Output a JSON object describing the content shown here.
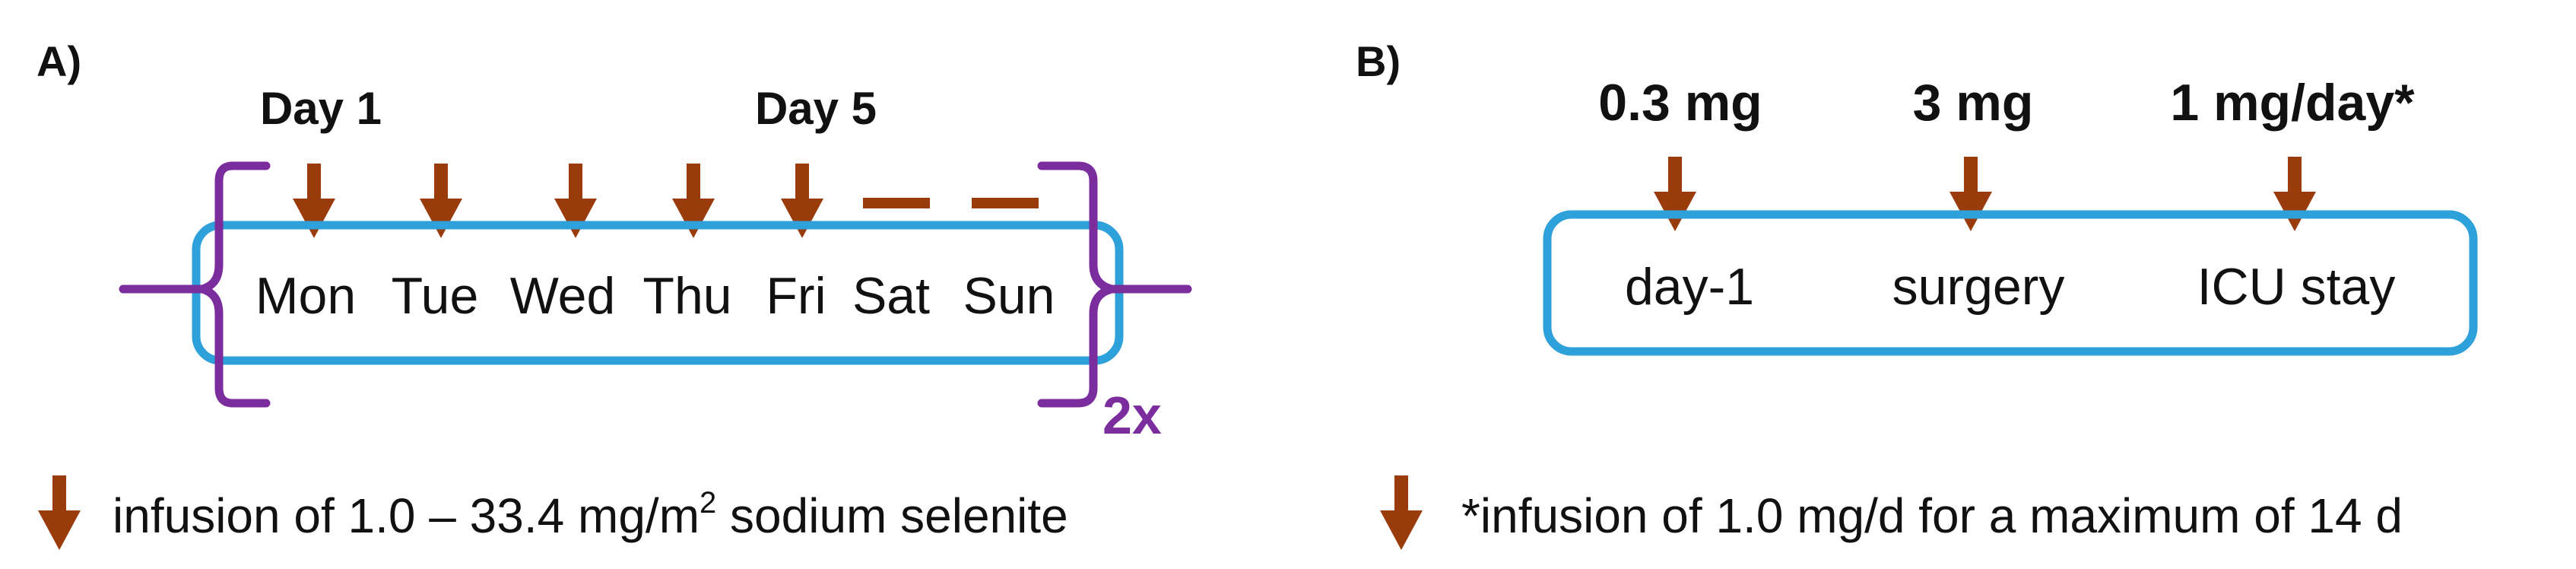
{
  "colors": {
    "arrow": "#9a3b0c",
    "box": "#2ea1db",
    "bracket": "#7b2d9e",
    "text": "#111111"
  },
  "panel_a": {
    "label": "A)",
    "day_start": "Day 1",
    "day_end": "Day 5",
    "days": [
      "Mon",
      "Tue",
      "Wed",
      "Thu",
      "Fri",
      "Sat",
      "Sun"
    ],
    "repeat": "2x",
    "legend_prefix": "infusion of 1.0 – 33.4 mg/m",
    "legend_sup": "2",
    "legend_suffix": " sodium selenite"
  },
  "panel_b": {
    "label": "B)",
    "doses": [
      "0.3 mg",
      "3 mg",
      "1 mg/day*"
    ],
    "phases": [
      "day-1",
      "surgery",
      "ICU stay"
    ],
    "legend_text": "*infusion of 1.0 mg/d for a maximum of 14 d"
  }
}
